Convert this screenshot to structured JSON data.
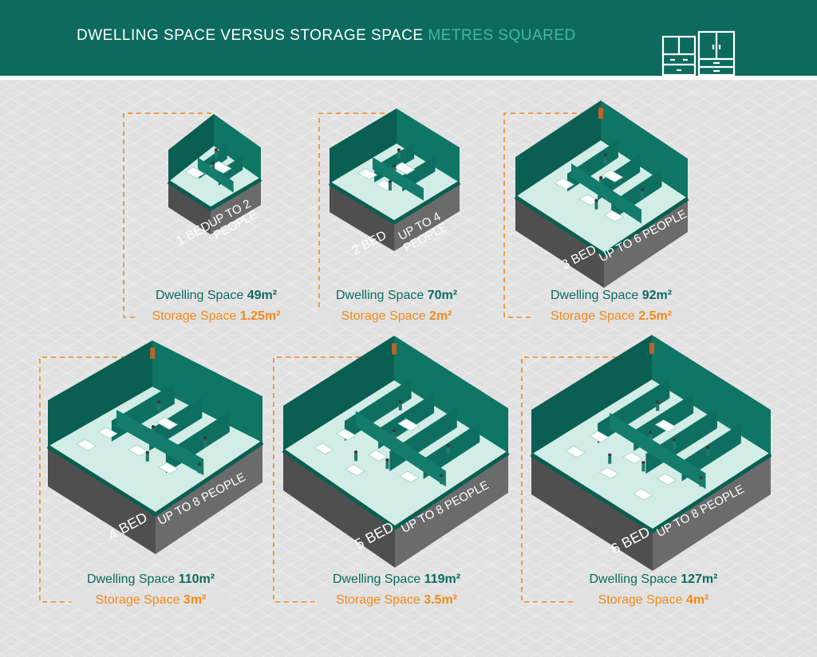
{
  "header": {
    "title": "DWELLING SPACE VERSUS STORAGE SPACE",
    "subtitle": "METRES SQUARED",
    "icon": "wardrobe-cabinet-icon"
  },
  "colors": {
    "header": "#0c6b5e",
    "accent_teal": "#3fb9a5",
    "orange": "#f08a1c",
    "unit_wall": "#0f7565",
    "unit_floor": "#d2ede6",
    "unit_base": "#6b6b6b",
    "background": "#e1e1e1"
  },
  "units": [
    {
      "bed": "1 BED",
      "people": "UP TO 2 PEOPLE",
      "people_lines": [
        "UP TO 2",
        "PEOPLE"
      ],
      "dwelling_label": "Dwelling Space",
      "dwelling_value": "49m²",
      "storage_label": "Storage Space",
      "storage_value": "1.25m²",
      "dwelling_m2": 49,
      "storage_m2": 1.25
    },
    {
      "bed": "2 BED",
      "people": "UP TO 4 PEOPLE",
      "people_lines": [
        "UP TO 4",
        "PEOPLE"
      ],
      "dwelling_label": "Dwelling Space",
      "dwelling_value": "70m²",
      "storage_label": "Storage Space",
      "storage_value": "2m²",
      "dwelling_m2": 70,
      "storage_m2": 2
    },
    {
      "bed": "3 BED",
      "people": "UP TO 6 PEOPLE",
      "people_lines": [
        "UP TO 6 PEOPLE"
      ],
      "dwelling_label": "Dwelling Space",
      "dwelling_value": "92m²",
      "storage_label": "Storage Space",
      "storage_value": "2.5m²",
      "dwelling_m2": 92,
      "storage_m2": 2.5
    },
    {
      "bed": "4 BED",
      "people": "UP TO 8 PEOPLE",
      "people_lines": [
        "UP TO 8 PEOPLE"
      ],
      "dwelling_label": "Dwelling Space",
      "dwelling_value": "110m²",
      "storage_label": "Storage Space",
      "storage_value": "3m²",
      "dwelling_m2": 110,
      "storage_m2": 3
    },
    {
      "bed": "5 BED",
      "people": "UP TO 8 PEOPLE",
      "people_lines": [
        "UP TO 8 PEOPLE"
      ],
      "dwelling_label": "Dwelling Space",
      "dwelling_value": "119m²",
      "storage_label": "Storage Space",
      "storage_value": "3.5m²",
      "dwelling_m2": 119,
      "storage_m2": 3.5
    },
    {
      "bed": "6 BED",
      "people": "UP TO 8 PEOPLE",
      "people_lines": [
        "UP TO 8 PEOPLE"
      ],
      "dwelling_label": "Dwelling Space",
      "dwelling_value": "127m²",
      "storage_label": "Storage Space",
      "storage_value": "4m²",
      "dwelling_m2": 127,
      "storage_m2": 4
    }
  ]
}
